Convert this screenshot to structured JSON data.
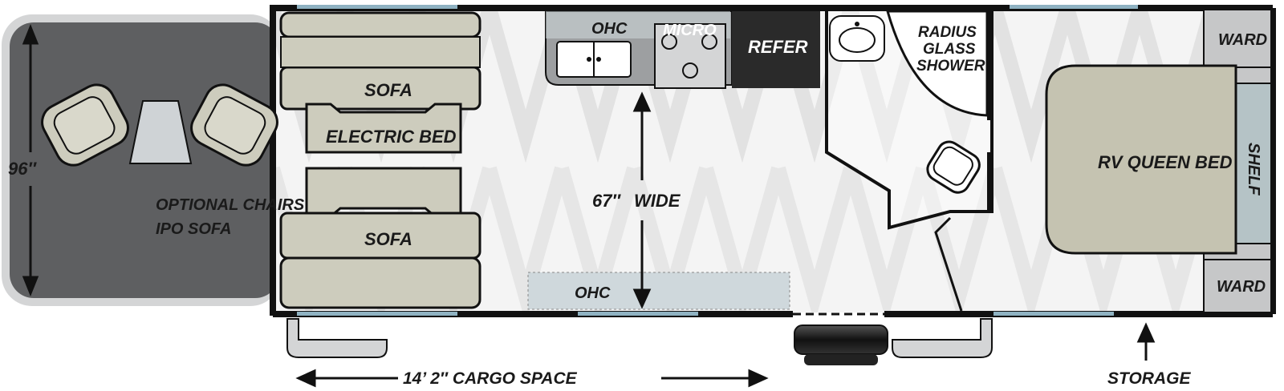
{
  "labels": {
    "ohc_top": "OHC",
    "micro": "MICRO",
    "refer": "REFER",
    "radius_line1": "RADIUS",
    "radius_line2": "GLASS",
    "radius_line3": "SHOWER",
    "ward_top": "WARD",
    "ward_bottom": "WARD",
    "shelf": "SHELF",
    "queen_bed": "RV QUEEN BED",
    "sofa_top": "SOFA",
    "electric_bed": "ELECTRIC BED",
    "sofa_bottom": "SOFA",
    "optional_line1": "OPTIONAL CHAIRS",
    "optional_line2": "IPO SOFA",
    "width_96": "96″",
    "wide_67": "67″",
    "wide_word": "WIDE",
    "ohc_bottom": "OHC",
    "cargo_space": "14’ 2″ CARGO SPACE",
    "storage": "STORAGE"
  },
  "colors": {
    "wall": "#111111",
    "ramp": "#5e5f61",
    "ramp_edge": "#d4d5d6",
    "floor_light": "#f4f4f4",
    "floor_dark": "#e3e3e3",
    "sofa": "#cdccbd",
    "bed": "#c5c3b1",
    "shelf": "#b5c3c6",
    "ward": "#c6c7c8",
    "ohc": "#cfd8dc",
    "counter": "#9d9fa1",
    "window": "#8fb2c2",
    "refer": "#2a2a2a"
  }
}
